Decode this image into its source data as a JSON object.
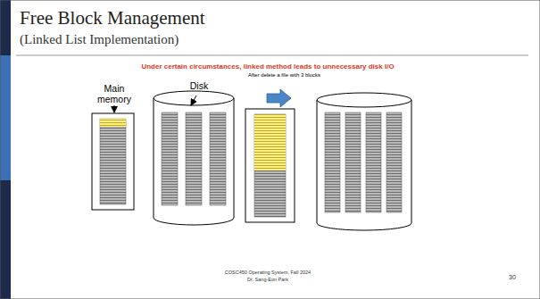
{
  "diagram": {
    "title": "Free Block Management",
    "labels": [
      "(Linked List Implementation)",
      "Under certain circumstances, linked method leads to unnecessary disk I/O",
      "After delete a file with 3 blocks",
      "Main memory",
      "Disk",
      "COSC450 Operating System, Fall 2024",
      "Dr. Sang-Eon Park",
      "30"
    ]
  }
}
